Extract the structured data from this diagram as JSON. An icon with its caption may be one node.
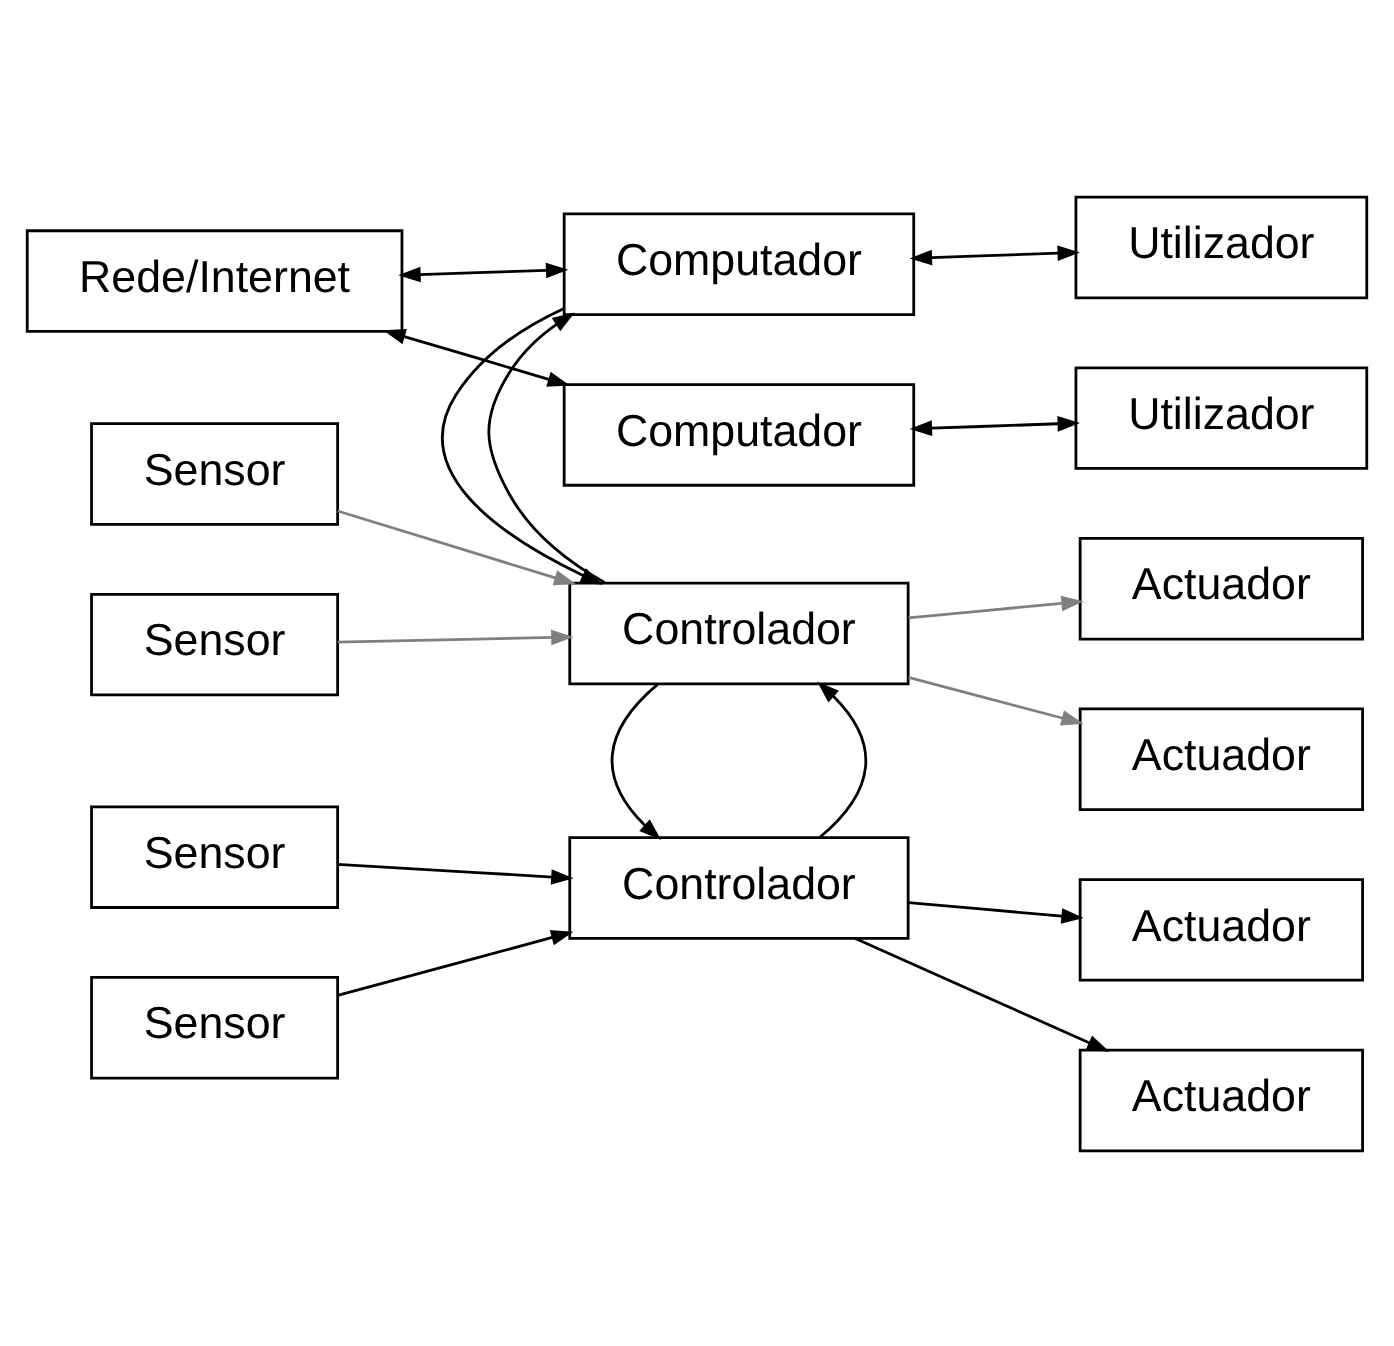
{
  "diagram": {
    "nodes": [
      {
        "text": [
          "Sensor"
        ]
      },
      {
        "text": [
          "Sensor"
        ]
      },
      {
        "text": [
          "Controlador"
        ]
      },
      {
        "text": [
          "Actuador"
        ]
      },
      {
        "text": [
          "Actuador"
        ]
      },
      {
        "text": [
          "Sensor"
        ]
      },
      {
        "text": [
          "Sensor"
        ]
      },
      {
        "text": [
          "Controlador"
        ]
      },
      {
        "text": [
          "Actuador"
        ]
      },
      {
        "text": [
          "Actuador"
        ]
      },
      {
        "text": [
          "Computador"
        ]
      },
      {
        "text": [
          "Utilizador"
        ]
      },
      {
        "text": [
          "Rede/Internet"
        ]
      },
      {
        "text": [
          "Computador"
        ]
      },
      {
        "text": [
          "Utilizador"
        ]
      }
    ],
    "edges": [
      {
        "from": 0,
        "to": 2,
        "arrow": "to"
      },
      {
        "from": 1,
        "to": 2,
        "arrow": "to"
      },
      {
        "from": 2,
        "to": 3,
        "arrow": "to"
      },
      {
        "from": 2,
        "to": 4,
        "arrow": "to"
      },
      {
        "from": 2,
        "to": 7,
        "arrow": "to"
      },
      {
        "from": 7,
        "to": 2,
        "arrow": "to"
      },
      {
        "from": 5,
        "to": 7,
        "arrow": "to",
        "color": "#808080"
      },
      {
        "from": 6,
        "to": 7,
        "arrow": "to",
        "color": "#808080"
      },
      {
        "from": 7,
        "to": 8,
        "arrow": "to",
        "color": "#808080"
      },
      {
        "from": 7,
        "to": 9,
        "arrow": "to",
        "color": "#808080"
      },
      {
        "from": 7,
        "to": 10,
        "arrow": "to"
      },
      {
        "from": 10,
        "to": 7,
        "arrow": "to"
      },
      {
        "from": 10,
        "to": 11,
        "arrow": "both"
      },
      {
        "from": 12,
        "to": 10,
        "arrow": "both"
      },
      {
        "from": 12,
        "to": 13,
        "arrow": "both"
      },
      {
        "from": 13,
        "to": 14,
        "arrow": "both"
      }
    ]
  }
}
